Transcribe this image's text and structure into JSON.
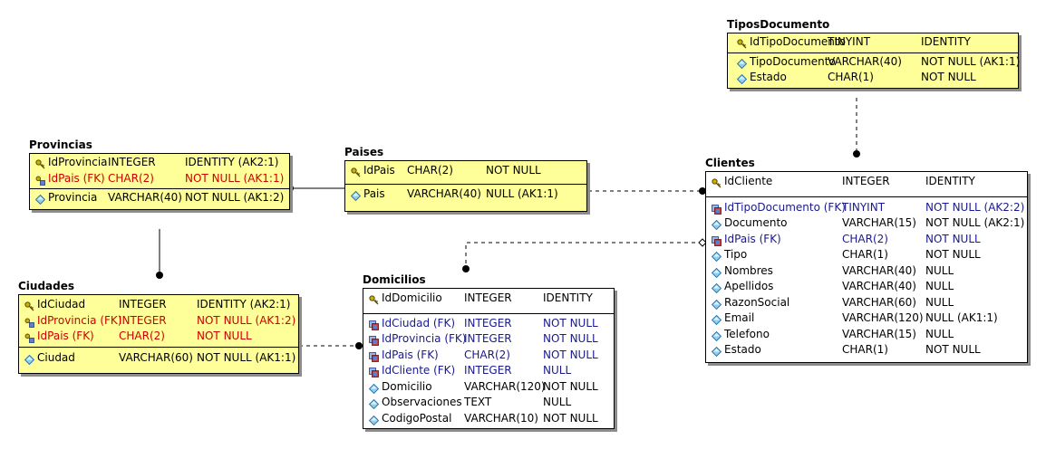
{
  "colors": {
    "yellow_fill": "#ffff99",
    "white_fill": "#ffffff",
    "fk_red": "#cc0000",
    "fk_blue": "#1a1a8c"
  },
  "entities": {
    "tipos": {
      "title": "TiposDocumento",
      "pk": [
        {
          "icon": "key-icon",
          "name": "IdTipoDocumento",
          "type": "TINYINT",
          "null": "IDENTITY"
        }
      ],
      "attrs": [
        {
          "icon": "diamond-icon",
          "name": "TipoDocumento",
          "type": "VARCHAR(40)",
          "null": "NOT NULL (AK1:1)"
        },
        {
          "icon": "diamond-icon",
          "name": "Estado",
          "type": "CHAR(1)",
          "null": "NOT NULL"
        }
      ]
    },
    "provincias": {
      "title": "Provincias",
      "pk": [
        {
          "icon": "key-icon",
          "name": "IdProvincia",
          "type": "INTEGER",
          "null": "IDENTITY (AK2:1)"
        },
        {
          "icon": "key-fk-icon",
          "name": "IdPais (FK)",
          "type": "CHAR(2)",
          "null": "NOT NULL (AK1:1)"
        }
      ],
      "attrs": [
        {
          "icon": "diamond-icon",
          "name": "Provincia",
          "type": "VARCHAR(40)",
          "null": "NOT NULL (AK1:2)"
        }
      ]
    },
    "paises": {
      "title": "Paises",
      "pk": [
        {
          "icon": "key-icon",
          "name": "IdPais",
          "type": "CHAR(2)",
          "null": "NOT NULL"
        }
      ],
      "attrs": [
        {
          "icon": "diamond-icon",
          "name": "Pais",
          "type": "VARCHAR(40)",
          "null": "NULL (AK1:1)"
        }
      ]
    },
    "clientes": {
      "title": "Clientes",
      "pk": [
        {
          "icon": "key-icon",
          "name": "IdCliente",
          "type": "INTEGER",
          "null": "IDENTITY"
        }
      ],
      "attrs": [
        {
          "icon": "fk-icon",
          "name": "IdTipoDocumento (FK)",
          "type": "TINYINT",
          "null": "NOT NULL (AK2:2)"
        },
        {
          "icon": "diamond-icon",
          "name": "Documento",
          "type": "VARCHAR(15)",
          "null": "NOT NULL (AK2:1)"
        },
        {
          "icon": "fk-icon",
          "name": "IdPais (FK)",
          "type": "CHAR(2)",
          "null": "NOT NULL"
        },
        {
          "icon": "diamond-icon",
          "name": "Tipo",
          "type": "CHAR(1)",
          "null": "NOT NULL"
        },
        {
          "icon": "diamond-icon",
          "name": "Nombres",
          "type": "VARCHAR(40)",
          "null": "NULL"
        },
        {
          "icon": "diamond-icon",
          "name": "Apellidos",
          "type": "VARCHAR(40)",
          "null": "NULL"
        },
        {
          "icon": "diamond-icon",
          "name": "RazonSocial",
          "type": "VARCHAR(60)",
          "null": "NULL"
        },
        {
          "icon": "diamond-icon",
          "name": "Email",
          "type": "VARCHAR(120)",
          "null": "NULL (AK1:1)"
        },
        {
          "icon": "diamond-icon",
          "name": "Telefono",
          "type": "VARCHAR(15)",
          "null": "NULL"
        },
        {
          "icon": "diamond-icon",
          "name": "Estado",
          "type": "CHAR(1)",
          "null": "NOT NULL"
        }
      ]
    },
    "ciudades": {
      "title": "Ciudades",
      "pk": [
        {
          "icon": "key-icon",
          "name": "IdCiudad",
          "type": "INTEGER",
          "null": "IDENTITY (AK2:1)"
        },
        {
          "icon": "key-fk-icon",
          "name": "IdProvincia (FK)",
          "type": "INTEGER",
          "null": "NOT NULL (AK1:2)"
        },
        {
          "icon": "key-fk-icon",
          "name": "IdPais (FK)",
          "type": "CHAR(2)",
          "null": "NOT NULL"
        }
      ],
      "attrs": [
        {
          "icon": "diamond-icon",
          "name": "Ciudad",
          "type": "VARCHAR(60)",
          "null": "NOT NULL (AK1:1)"
        }
      ]
    },
    "domicilios": {
      "title": "Domicilios",
      "pk": [
        {
          "icon": "key-icon",
          "name": "IdDomicilio",
          "type": "INTEGER",
          "null": "IDENTITY"
        }
      ],
      "attrs": [
        {
          "icon": "fk-icon",
          "name": "IdCiudad (FK)",
          "type": "INTEGER",
          "null": "NOT NULL"
        },
        {
          "icon": "fk-icon",
          "name": "IdProvincia (FK)",
          "type": "INTEGER",
          "null": "NOT NULL"
        },
        {
          "icon": "fk-icon",
          "name": "IdPais (FK)",
          "type": "CHAR(2)",
          "null": "NOT NULL"
        },
        {
          "icon": "fk-icon",
          "name": "IdCliente (FK)",
          "type": "INTEGER",
          "null": "NULL"
        },
        {
          "icon": "diamond-icon",
          "name": "Domicilio",
          "type": "VARCHAR(120)",
          "null": "NOT NULL"
        },
        {
          "icon": "diamond-icon",
          "name": "Observaciones",
          "type": "TEXT",
          "null": "NULL"
        },
        {
          "icon": "diamond-icon",
          "name": "CodigoPostal",
          "type": "VARCHAR(10)",
          "null": "NOT NULL"
        }
      ]
    }
  }
}
